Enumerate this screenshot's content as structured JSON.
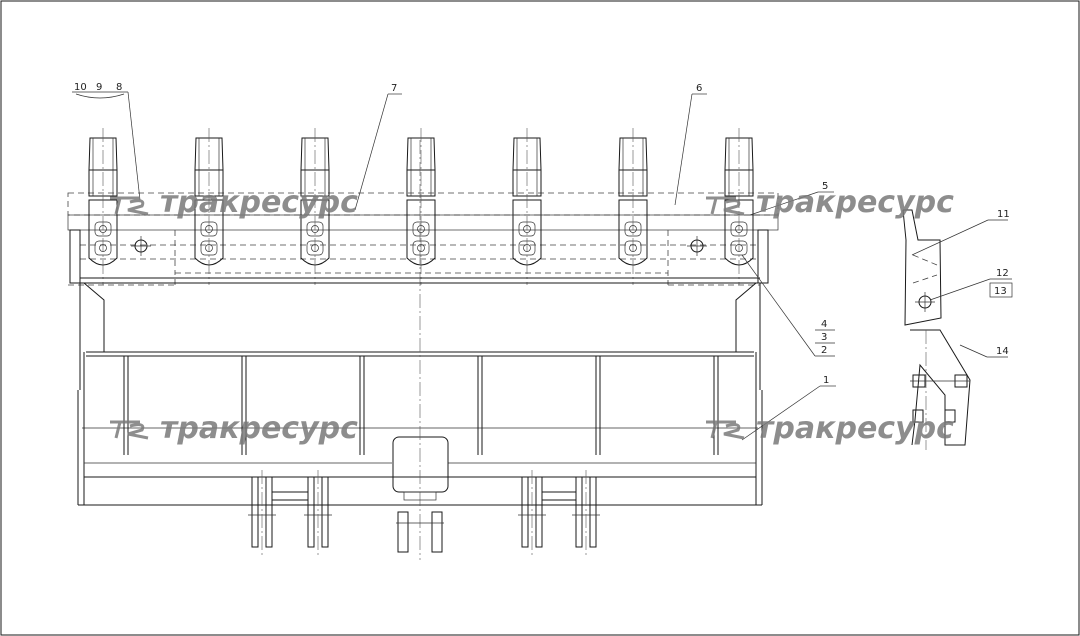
{
  "drawing": {
    "watermark_text": "тракресурс",
    "callouts": {
      "c10": "10",
      "c9": "9",
      "c8": "8",
      "c7": "7",
      "c6": "6",
      "c5": "5",
      "c11": "11",
      "c12": "12",
      "c13": "13",
      "c14": "14",
      "c4": "4",
      "c3": "3",
      "c2": "2",
      "c1": "1"
    }
  }
}
